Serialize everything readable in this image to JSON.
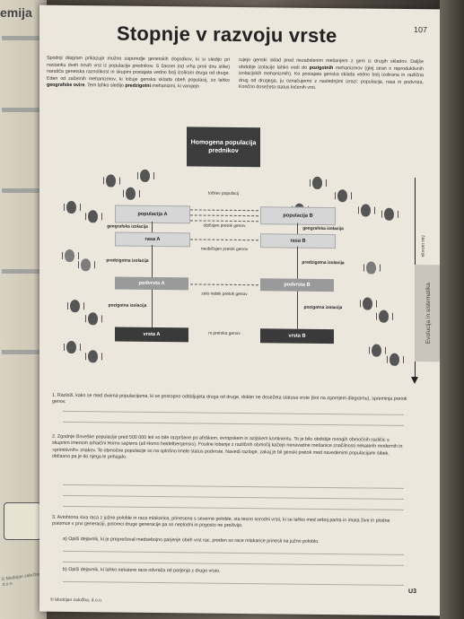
{
  "left_page": {
    "edge_text": "emija",
    "copyright": "© Modrijan založba, d.o.o."
  },
  "page": {
    "number": "107",
    "title": "Stopnje v razvoju vrste",
    "intro_left": "Spodnji diagram prikazuje možno zaporedje genetskih dogodkov, ki si sledijo pri nastanku dveh novih vrst iz populacije prednikov. S časom (od vrha proti dnu slike) narašča genetska raznolikost in skupini postajata vedno bolj izolirani druga od druge. Eden od začetnih mehanizmov, ki ločuje genska sklada obeh populacij, so lahko",
    "intro_left_bold1": "geografske ovire",
    "intro_left_tail": ". Tem lahko sledijo",
    "intro_left_bold2": "predzigotni",
    "intro_left_tail2": "mehanizmi, ki varujejo",
    "intro_right": "rujejo genski sklad pred nezaželenim mešanjem z geni iz drugih skladov. Daljše obdobje izolacije lahko vodi do",
    "intro_right_bold": "pozigotnih",
    "intro_right_tail": "mehanizmov (glej stran o reproduktivnih izolacijskih mehanizmih). Ko postajata genska sklada vedno bolj izolirana in različna drug od drugega, ju označujemo z naslednjimi izrazi: populacija, rasa in podvrsta. Končno dosežeta status ločenih vrst."
  },
  "diagram": {
    "root": "Homogena populacija prednikov",
    "split_label": "ločitev populacij",
    "time_label": "čas razvoja",
    "left_col": [
      "populacija A",
      "rasa A",
      "podvrsta A",
      "vrsta A"
    ],
    "right_col": [
      "populacija B",
      "rasa B",
      "podvrsta B",
      "vrsta B"
    ],
    "flow_labels": [
      "običajen pretok genov",
      "neobičajen pretok genov",
      "zelo redek pretok genov",
      "ni pretoka genov"
    ],
    "left_side_labels": [
      "geografska izolacija",
      "predzigotna izolacija",
      "pozigotna izolacija"
    ],
    "right_side_labels": [
      "geografska izolacija",
      "predzigotna izolacija",
      "pozigotna izolacija"
    ]
  },
  "side_tab": "Evolucija in sistematika",
  "questions": [
    {
      "num": "1.",
      "text": "Razloži, kako se med dvema populacijama, ki se postopno oddaljujeta druga od druge, dokler ne dosežeta statusa vrste (kot na zgornjem diagramu), spreminja pretok genov."
    },
    {
      "num": "2.",
      "text": "Zgodnje človeške populacije pred 500 000 leti so bile razpršene po afriškem, evropskem in azijskem kontinentu. To je bilo obdobje mnogih območnih različic s skupnim imenom arhaični Homo sapiens (ali Homo heidelbergensis). Fosilne lobanje z različnih območij kažejo nenavadne mešanice značilnosti nekaterih modernih in »primitivnih« znakov. Te območne populacije so na splošno imele status podvrste. Navedi razloge, zakaj je bil genski pretok med navedenimi populacijami šibek, občasno pa je do njega le prihajalo."
    },
    {
      "num": "3.",
      "text": "Avtohtona siva raca z južne poloble in raca mlakarica, prinesena s severne poloble, sta tesno sorodni vrsti, ki se lahko med seboj parita in imata žive in plodne potomce v prvi generaciji, potomci druge generacije pa so neplodni in pogosto ne preživijo."
    },
    {
      "num": "a)",
      "text": "Opiši dejavnik, ki je preprečeval medsebojno parjenje obeh vrst rac, preden so race mlakarice prinesli na južno poloblo."
    },
    {
      "num": "b)",
      "text": "Opiši dejavnik, ki lahko nekatere race odvrača od parjenja z drugo vrsto."
    }
  ],
  "footer": "© Modrijan založba, d.o.o.",
  "page_code": "U3"
}
